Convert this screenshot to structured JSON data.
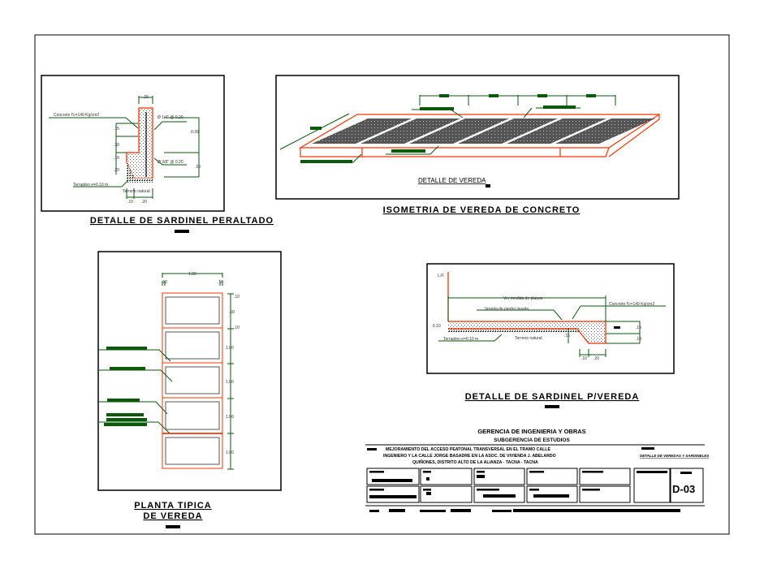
{
  "sheet": {
    "code": "D-03"
  },
  "colors": {
    "outline": "#ff3300",
    "dimension": "#0a5a0a",
    "concrete": "#555555"
  },
  "sardinel_peraltado": {
    "title": "DETALLE DE SARDINEL PERALTADO",
    "concrete_label": "Concreto f'c=140 Kg/cm2",
    "rebar_top": "Ø 1/4\" @ 0.20",
    "rebar_bottom": "Ø 3/8\" @ 0.20",
    "fill_label": "Terraplen e=0.10 m",
    "ground_label": "Terreno natural",
    "dims": {
      "top": ".15",
      "d1": ".15",
      "d2": ".30",
      "d3": ".10",
      "d4": ".20",
      "right_total": "0.30",
      "right_lower": ".20",
      "bottom_left": ".10",
      "bottom_right": ".20"
    }
  },
  "isometria": {
    "title": "ISOMETRIA DE VEREDA DE CONCRETO",
    "subtitle": "DETALLE DE VEREDA"
  },
  "planta_tipica": {
    "title_line1": "PLANTA TIPICA",
    "title_line2": "DE VEREDA",
    "dims": {
      "width": "1.00",
      "left": ".10",
      "right": ".10",
      "r1": ".10",
      "r2": ".50",
      "r3": ".10",
      "r4": "1.00",
      "r5": "1.00",
      "r6": "1.00",
      "r7": "1.00"
    }
  },
  "sardinel_vereda": {
    "title": "DETALLE DE SARDINEL P/VEREDA",
    "lp_label": "L.P.",
    "measure_label": "Ver medida de planos",
    "vereda_label": "Vereda de piedra lavada",
    "concrete_label": "Concreto f'c=140 Kg/cm2",
    "fill_label": "Terraplen e=0.10 m",
    "ground_label": "Terreno natural",
    "dims": {
      "left": "0.10",
      "mid": ".15",
      "right_top": ".15",
      "right_bot": ".10",
      "bottom_left": ".10",
      "bottom_right": ".20"
    }
  },
  "title_block": {
    "org_line1": "GERENCIA DE INGENIERIA Y OBRAS",
    "org_line2": "SUBGERENCIA DE ESTUDIOS",
    "project_line1": "MEJORAMIENTO DEL ACCESO PEATONAL TRANSVERSAL EN EL TRAMO CALLE",
    "project_line2": "INGENIERO Y LA CALLE JORGE BASADRE EN LA ASOC. DE VIVIENDA J. ABELARDO",
    "project_line3": "QUIÑONES, DISTRITO ALTO DE LA ALIANZA - TACNA - TACNA",
    "drawing_name": "DETALLE DE VEREDAS Y SARDINELES"
  }
}
